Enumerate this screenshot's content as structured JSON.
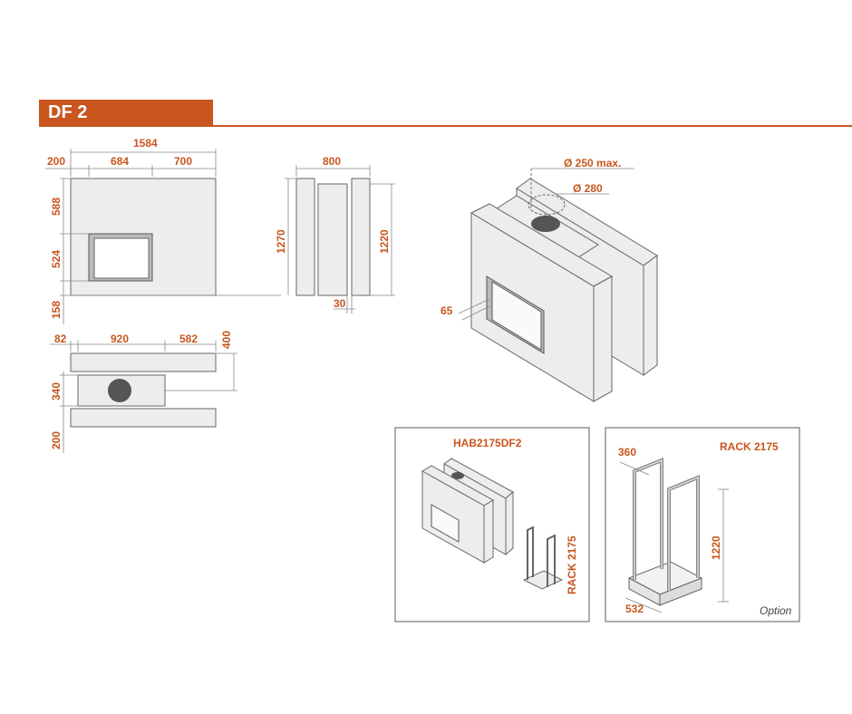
{
  "title": "DF 2",
  "colors": {
    "accent": "#c8561e",
    "body_fill": "#ededed",
    "outline": "#666666",
    "dark": "#555555"
  },
  "front_view": {
    "dim_total_width": "1584",
    "dim_left": "200",
    "dim_middle": "684",
    "dim_right": "700",
    "dim_top": "588",
    "dim_opening": "524",
    "dim_bottom": "158"
  },
  "side_view": {
    "dim_width": "800",
    "dim_height_outer": "1270",
    "dim_height_inner": "1220",
    "dim_gap": "30"
  },
  "plan_view": {
    "dim_left": "82",
    "dim_middle": "920",
    "dim_right": "582",
    "dim_depth": "400",
    "dim_inner": "340",
    "dim_bottom": "200"
  },
  "iso_view": {
    "flue_max": "Ø 250 max.",
    "flue_dia": "Ø 280",
    "dim_frame": "65"
  },
  "panel_1": {
    "title": "HAB2175DF2",
    "side_label": "RACK 2175"
  },
  "panel_2": {
    "title": "RACK 2175",
    "dim_depth": "360",
    "dim_height": "1220",
    "dim_width": "532",
    "note": "Option"
  }
}
